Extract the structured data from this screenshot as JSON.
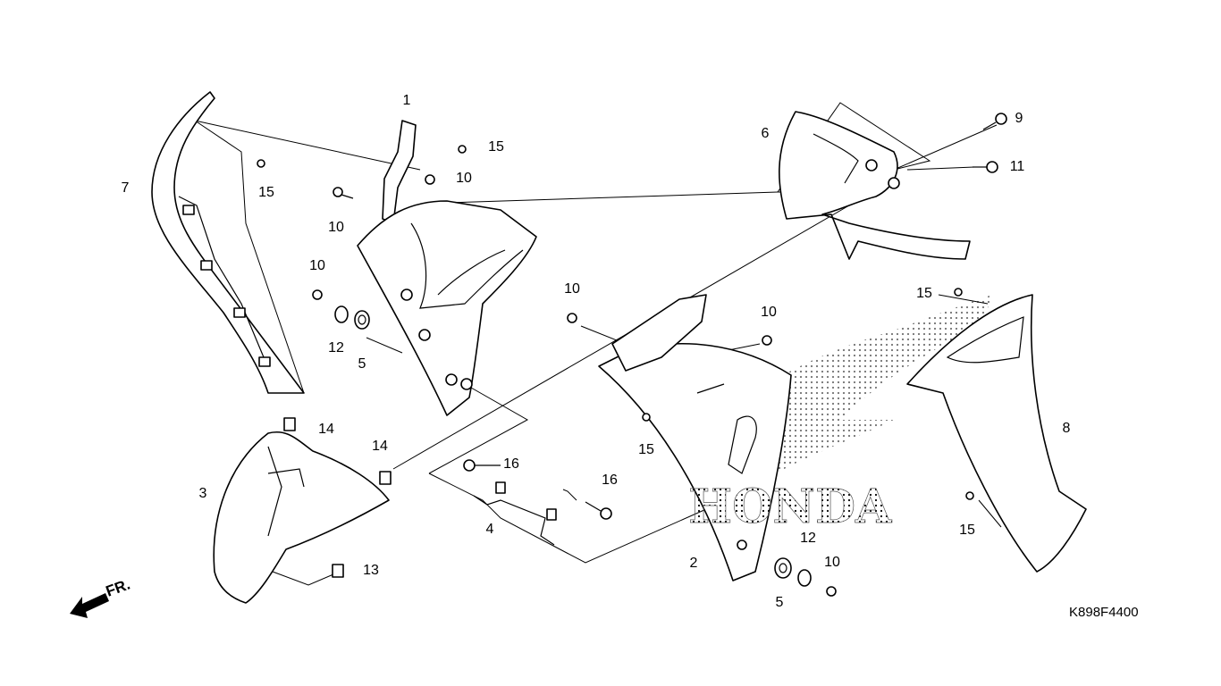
{
  "diagram": {
    "callouts": [
      "1",
      "15",
      "10",
      "15",
      "7",
      "10",
      "10",
      "12",
      "5",
      "6",
      "9",
      "11",
      "10",
      "10",
      "15",
      "15",
      "8",
      "14",
      "14",
      "16",
      "16",
      "3",
      "4",
      "13",
      "2",
      "12",
      "10",
      "5",
      "15"
    ],
    "diagram_code": "K898F4400",
    "front_indicator": "FR.",
    "watermark_logo": "HONDA"
  }
}
